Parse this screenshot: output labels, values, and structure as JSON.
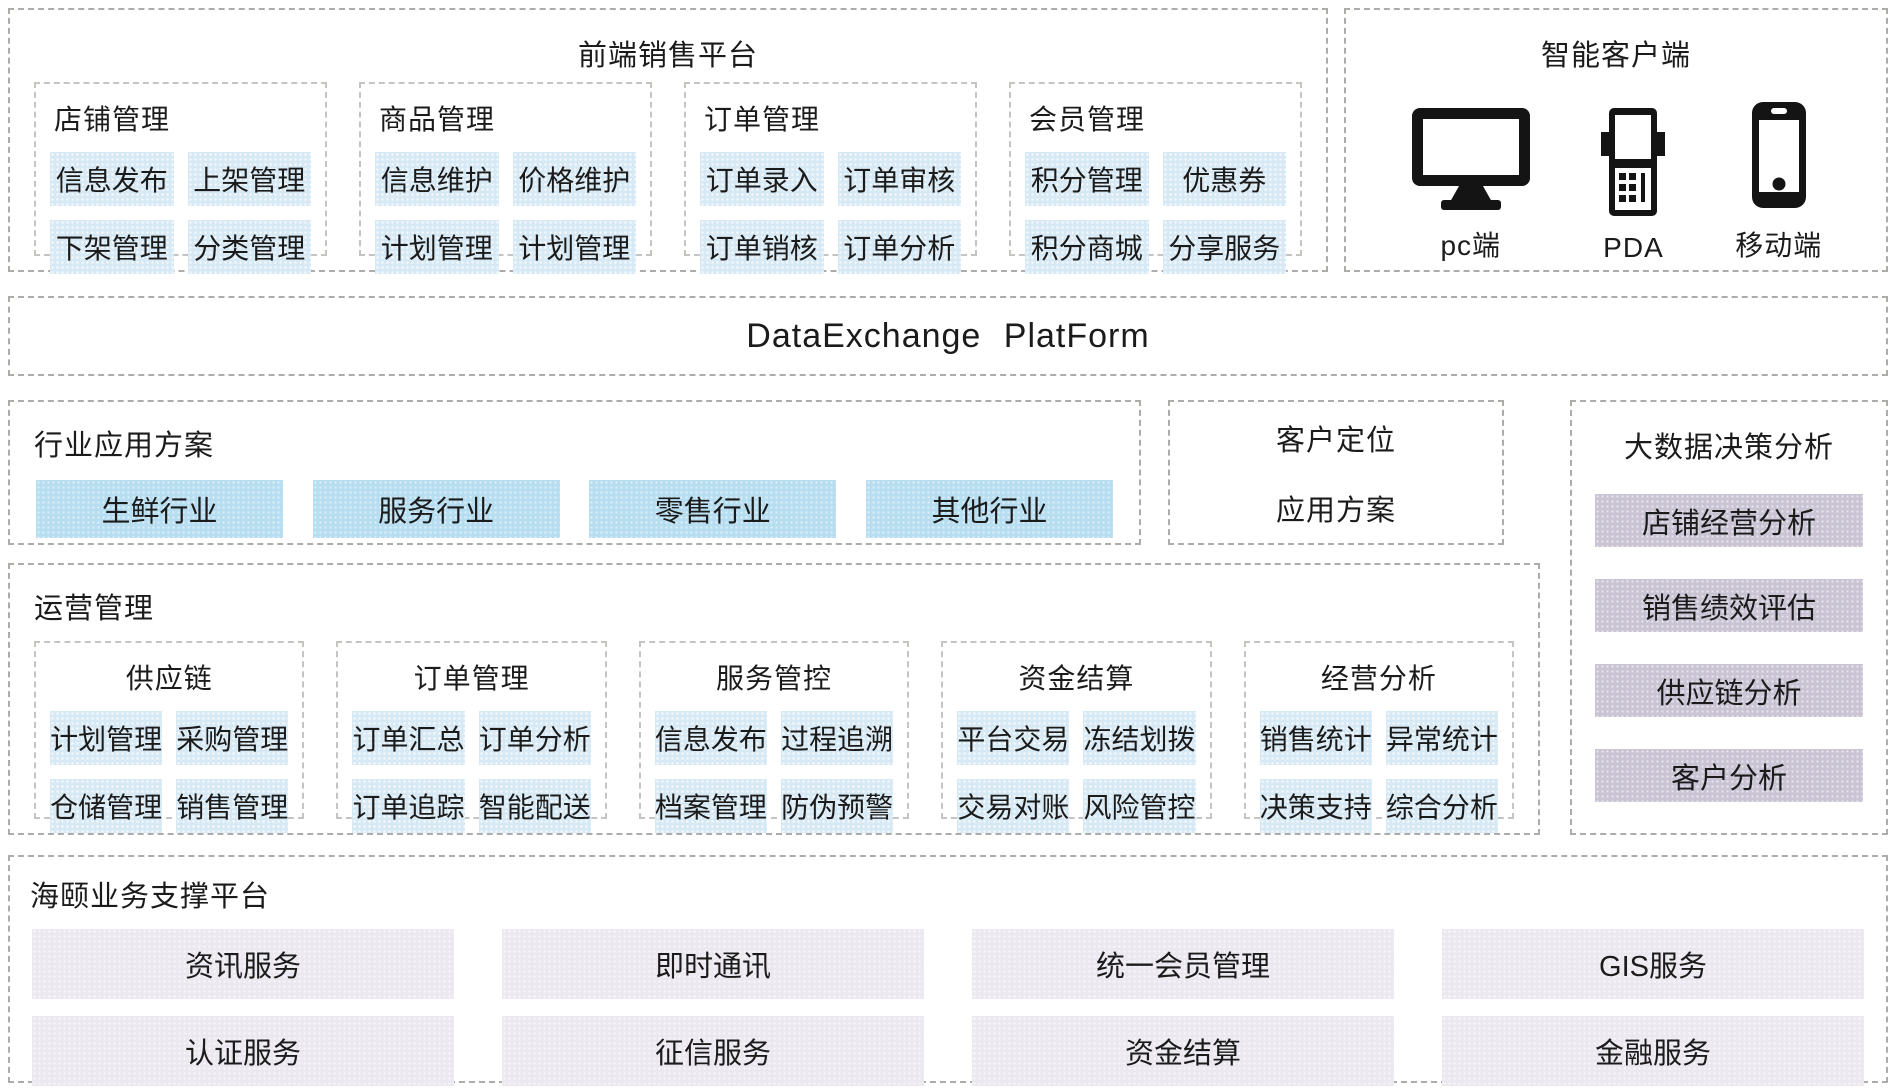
{
  "colors": {
    "chip_blue": "#d7e9f4",
    "solid_blue": "#b6ddf0",
    "lavender": "#c9c3d4",
    "light_lavender": "#ebe8f0",
    "dashed_border": "#aeaca9",
    "icon_black": "#141414"
  },
  "frontend": {
    "title": "前端销售平台",
    "groups": [
      {
        "title": "店铺管理",
        "items": [
          "信息发布",
          "上架管理",
          "下架管理",
          "分类管理"
        ]
      },
      {
        "title": "商品管理",
        "items": [
          "信息维护",
          "价格维护",
          "计划管理",
          "计划管理"
        ]
      },
      {
        "title": "订单管理",
        "items": [
          "订单录入",
          "订单审核",
          "订单销核",
          "订单分析"
        ]
      },
      {
        "title": "会员管理",
        "items": [
          "积分管理",
          "优惠券",
          "积分商城",
          "分享服务"
        ]
      }
    ]
  },
  "clients": {
    "title": "智能客户端",
    "devices": [
      {
        "label": "pc端",
        "icon": "desktop-monitor-icon"
      },
      {
        "label": "PDA",
        "icon": "pda-terminal-icon"
      },
      {
        "label": "移动端",
        "icon": "smartphone-icon"
      }
    ]
  },
  "exchange": {
    "title": "DataExchange PlatForm"
  },
  "industry": {
    "title": "行业应用方案",
    "items": [
      "生鲜行业",
      "服务行业",
      "零售行业",
      "其他行业"
    ]
  },
  "positioning": {
    "line1": "客户定位",
    "line2": "应用方案"
  },
  "bigdata": {
    "title": "大数据决策分析",
    "items": [
      "店铺经营分析",
      "销售绩效评估",
      "供应链分析",
      "客户分析"
    ]
  },
  "operations": {
    "title": "运营管理",
    "groups": [
      {
        "title": "供应链",
        "items": [
          "计划管理",
          "采购管理",
          "仓储管理",
          "销售管理"
        ]
      },
      {
        "title": "订单管理",
        "items": [
          "订单汇总",
          "订单分析",
          "订单追踪",
          "智能配送"
        ]
      },
      {
        "title": "服务管控",
        "items": [
          "信息发布",
          "过程追溯",
          "档案管理",
          "防伪预警"
        ]
      },
      {
        "title": "资金结算",
        "items": [
          "平台交易",
          "冻结划拨",
          "交易对账",
          "风险管控"
        ]
      },
      {
        "title": "经营分析",
        "items": [
          "销售统计",
          "异常统计",
          "决策支持",
          "综合分析"
        ]
      }
    ]
  },
  "support": {
    "title": "海颐业务支撑平台",
    "rows": [
      [
        "资讯服务",
        "即时通讯",
        "统一会员管理",
        "GIS服务"
      ],
      [
        "认证服务",
        "征信服务",
        "资金结算",
        "金融服务"
      ]
    ]
  }
}
